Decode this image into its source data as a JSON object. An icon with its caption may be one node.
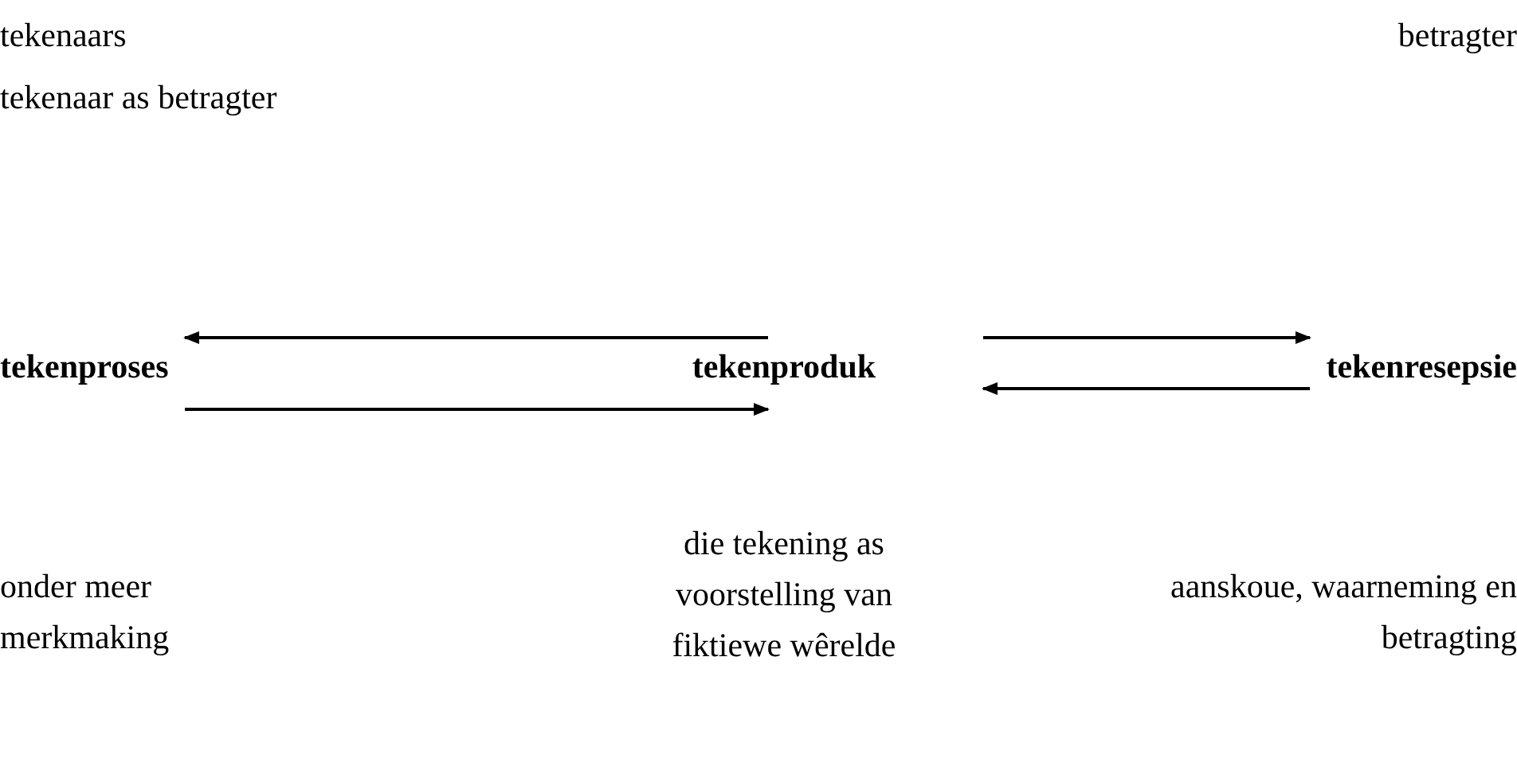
{
  "diagram": {
    "nodes": [
      {
        "text": [
          "tekenproses"
        ]
      },
      {
        "text": [
          "tekenproduk"
        ]
      },
      {
        "text": [
          "tekenresepsie"
        ]
      }
    ],
    "edges": [
      {
        "from": 1,
        "to": 0,
        "arrow": "to"
      },
      {
        "from": 0,
        "to": 1,
        "arrow": "to"
      },
      {
        "from": 1,
        "to": 2,
        "arrow": "to"
      },
      {
        "from": 2,
        "to": 1,
        "arrow": "to"
      }
    ],
    "labels": [
      "tekenaars",
      "betragter",
      "tekenaar as betragter",
      "onder meer merkmaking",
      "die tekening as voorstelling van fiktiewe wêrelde",
      "aanskoue, waarneming en betragting"
    ]
  }
}
